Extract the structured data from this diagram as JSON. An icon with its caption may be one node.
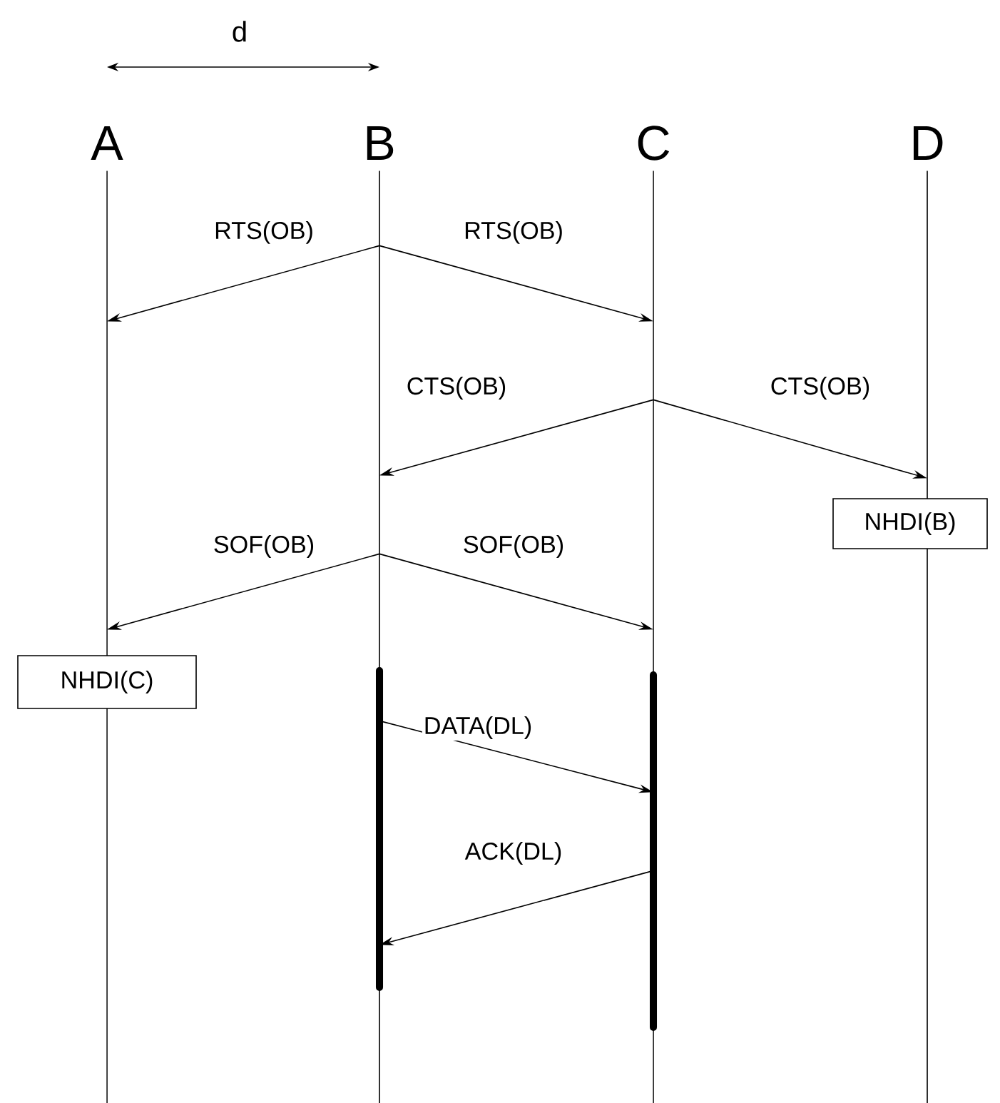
{
  "diagram": {
    "nodes": [
      {
        "text": [
          "A"
        ]
      },
      {
        "text": [
          "B"
        ]
      },
      {
        "text": [
          "C"
        ]
      },
      {
        "text": [
          "D"
        ]
      },
      {
        "text": [
          "NHDI(B)"
        ]
      },
      {
        "text": [
          "NHDI(C)"
        ]
      }
    ],
    "edges": [
      {
        "from": 1,
        "to": 0,
        "arrow": "to",
        "label": "RTS(OB)"
      },
      {
        "from": 1,
        "to": 2,
        "arrow": "to",
        "label": "RTS(OB)"
      },
      {
        "from": 2,
        "to": 1,
        "arrow": "to",
        "label": "CTS(OB)"
      },
      {
        "from": 2,
        "to": 3,
        "arrow": "to",
        "label": "CTS(OB)"
      },
      {
        "from": 1,
        "to": 0,
        "arrow": "to",
        "label": "SOF(OB)"
      },
      {
        "from": 1,
        "to": 2,
        "arrow": "to",
        "label": "SOF(OB)"
      },
      {
        "from": 1,
        "to": 2,
        "arrow": "to",
        "label": "DATA(DL)"
      },
      {
        "from": 2,
        "to": 1,
        "arrow": "to",
        "label": "ACK(DL)"
      }
    ],
    "labels": [
      "d"
    ]
  }
}
